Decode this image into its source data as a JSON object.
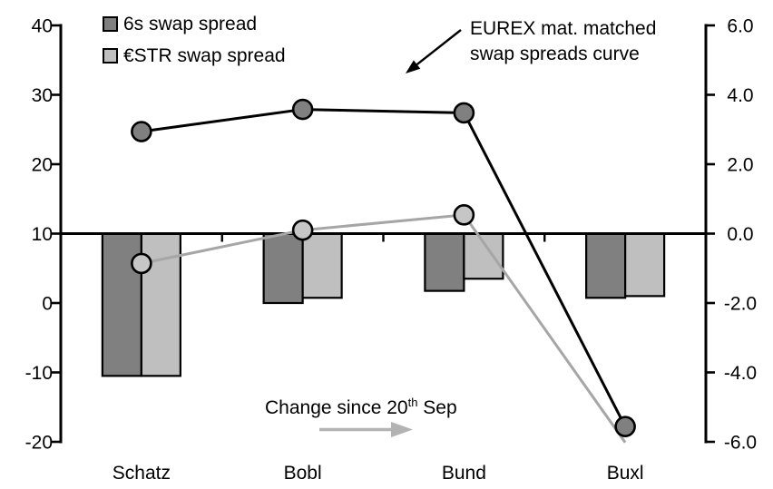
{
  "legend": {
    "items": [
      {
        "label": "6s swap spread",
        "color": "#808080"
      },
      {
        "label": "€STR swap spread",
        "color": "#bfbfbf"
      }
    ]
  },
  "annotation": {
    "line1": "EUREX mat. matched",
    "line2": "swap spreads curve"
  },
  "change_note": {
    "prefix": "Change since 20",
    "sup": "th",
    "suffix": " Sep",
    "arrow_color": "#b3b3b3"
  },
  "chart_data": {
    "type": "bar",
    "subtype": "combo-bar-line-dual-axis",
    "title": "",
    "xlabel": "",
    "ylabel": "",
    "categories": [
      "Schatz",
      "Bobl",
      "Bund",
      "Buxl"
    ],
    "left_axis": {
      "tick_labels": [
        "40",
        "30",
        "20",
        "10",
        "0",
        "-10",
        "-20"
      ],
      "range": [
        -20,
        40
      ],
      "zero_for_bars_at": 10
    },
    "right_axis": {
      "tick_labels": [
        "6.0",
        "4.0",
        "2.0",
        "0.0",
        "-2.0",
        "-4.0",
        "-6.0"
      ],
      "range": [
        -6.0,
        6.0
      ]
    },
    "grid": false,
    "legend_position": "top-left",
    "series": [
      {
        "name": "6s swap spread (change since 20th Sep)",
        "kind": "bar",
        "axis": "right",
        "color": "#808080",
        "values": [
          -4.1,
          -2.0,
          -1.65,
          -1.85
        ]
      },
      {
        "name": "€STR swap spread (change since 20th Sep)",
        "kind": "bar",
        "axis": "right",
        "color": "#bfbfbf",
        "values": [
          -4.1,
          -1.85,
          -1.3,
          -1.8
        ]
      },
      {
        "name": "EUREX mat. matched swap spreads curve (6s)",
        "kind": "line",
        "axis": "left",
        "color": "#000000",
        "marker_fill": "#808080",
        "values": [
          24.7,
          27.9,
          27.4,
          -17.8
        ],
        "marker_shown": [
          true,
          true,
          true,
          true
        ]
      },
      {
        "name": "EUREX mat. matched swap spreads curve (€STR)",
        "kind": "line",
        "axis": "left",
        "color": "#a6a6a6",
        "marker_fill": "#c6c6c6",
        "values": [
          5.7,
          10.5,
          12.7,
          -20.1
        ],
        "marker_shown": [
          true,
          true,
          true,
          false
        ]
      }
    ]
  }
}
